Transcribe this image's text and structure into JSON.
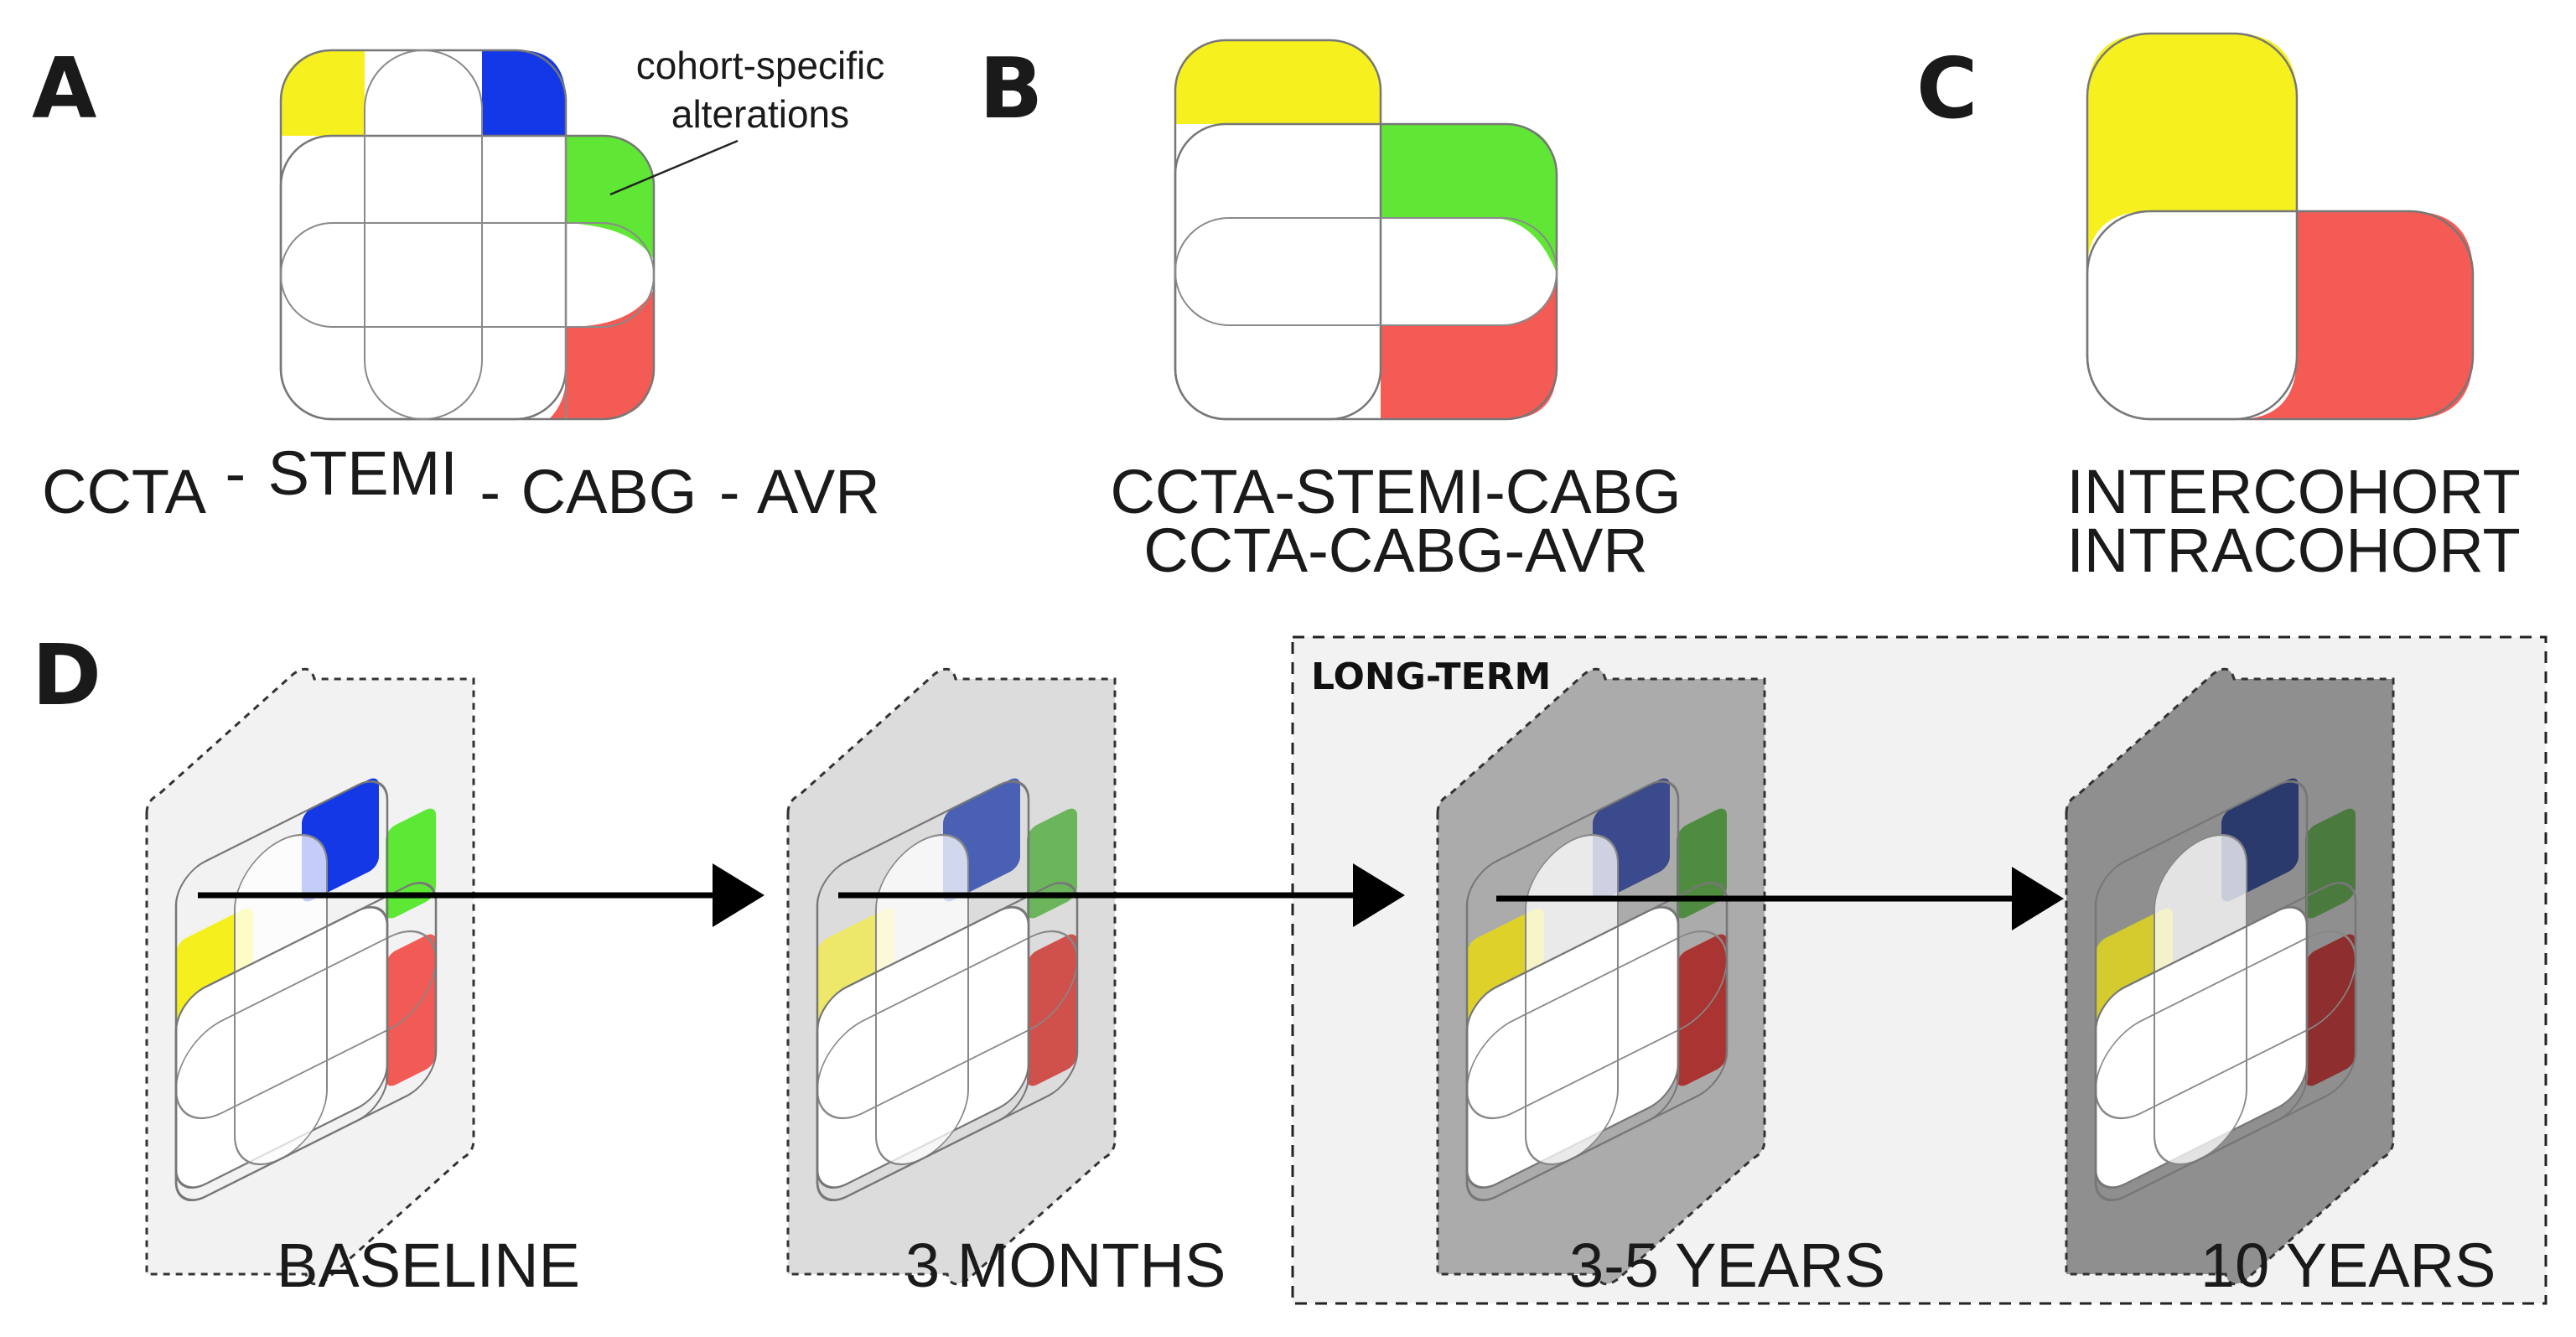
{
  "panels": {
    "a": {
      "letter": "A",
      "caption": [
        "CCTA",
        "-",
        "STEMI",
        "-",
        "CABG",
        "-",
        "AVR"
      ],
      "note_line1": "cohort-specific",
      "note_line2": "alterations"
    },
    "b": {
      "letter": "B",
      "caption_line1": "CCTA-STEMI-CABG",
      "caption_line2": "CCTA-CABG-AVR"
    },
    "c": {
      "letter": "C",
      "caption_line1": "INTERCOHORT",
      "caption_line2": "INTRACOHORT"
    },
    "d": {
      "letter": "D",
      "long_term_label": "LONG-TERM",
      "stages": [
        {
          "label": "BASELINE",
          "colors": {
            "yellow": "#f5ef1e",
            "blue": "#1438e6",
            "green": "#5ce835",
            "red": "#f25a55"
          },
          "backdrop": "#f2f2f2"
        },
        {
          "label": "3 MONTHS",
          "colors": {
            "yellow": "#eee86a",
            "blue": "#4a60b4",
            "green": "#6bb55a",
            "red": "#d0504c"
          },
          "backdrop": "#dcdcdc"
        },
        {
          "label": "3-5 YEARS",
          "colors": {
            "yellow": "#ded22a",
            "blue": "#3a4a8c",
            "green": "#4f8c40",
            "red": "#aa3432"
          },
          "backdrop": "#ababab"
        },
        {
          "label": "10 YEARS",
          "colors": {
            "yellow": "#d4cc2e",
            "blue": "#2b3a6c",
            "green": "#4a7a3e",
            "red": "#8e2e2e"
          },
          "backdrop": "#8f8f8f"
        }
      ]
    }
  },
  "colors": {
    "yellow": "#f7f01f",
    "blue": "#1238e8",
    "green": "#60e635",
    "red": "#f45b55",
    "long_term_region": "#f2f2f2"
  }
}
